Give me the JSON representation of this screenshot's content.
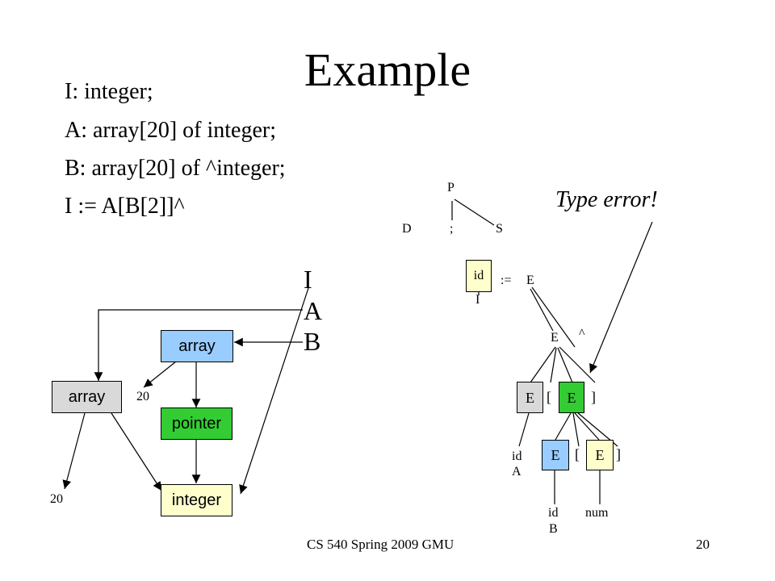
{
  "slide": {
    "title": "Example",
    "code_lines": [
      "I: integer;",
      "A: array[20] of integer;",
      "B: array[20] of ^integer;",
      "I := A[B[2]]^"
    ],
    "footer_left": "CS 540 Spring 2009 GMU",
    "page_number": "20"
  },
  "type_graph": {
    "vars": [
      "I",
      "A",
      "B"
    ],
    "array_outer": "array",
    "array_inner": "array",
    "pointer": "pointer",
    "integer": "integer",
    "size_outer": "20",
    "size_inner": "20"
  },
  "parse_tree": {
    "P": "P",
    "D": "D",
    "semicolon": ";",
    "S": "S",
    "id_I": "id",
    "I_label": "I",
    "assign": ":=",
    "E_top": "E",
    "E_mid": "E",
    "caret": "^",
    "E_left": "E",
    "lbracket1": "[",
    "E_green": "E",
    "rbracket1": "]",
    "id_A": "id",
    "A_label": "A",
    "E_blue": "E",
    "lbracket2": "[",
    "E_yellow": "E",
    "rbracket2": "]",
    "id_B": "id",
    "B_label": "B",
    "num": "num"
  },
  "annotation": {
    "type_error": "Type error!"
  },
  "colors": {
    "gray": "#d9d9d9",
    "blue": "#99ccff",
    "green": "#33cc33",
    "yellow": "#ffffcc"
  }
}
